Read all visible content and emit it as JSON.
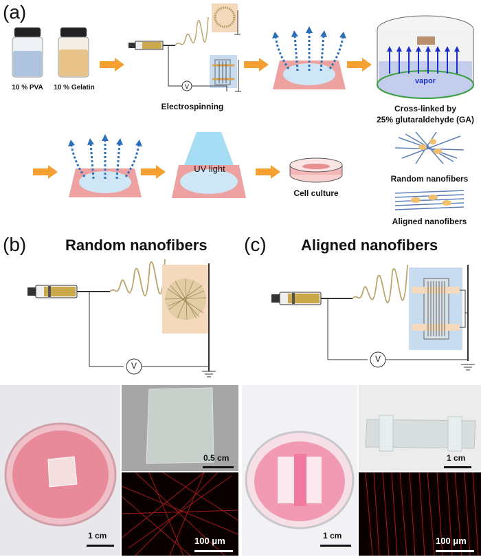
{
  "panels": {
    "a": "(a)",
    "b": "(b)",
    "c": "(c)"
  },
  "vials": {
    "pva": "10 % PVA",
    "gelatin": "10 % Gelatin"
  },
  "steps": {
    "electrospinning": "Electrospinning",
    "crosslink_line1": "Cross-linked by",
    "crosslink_line2": "25% glutaraldehyde (GA)",
    "vapor": "vapor",
    "uv": "UV  light",
    "cell_culture": "Cell culture"
  },
  "legend": {
    "random": "Random nanofibers",
    "aligned": "Aligned nanofibers"
  },
  "titles": {
    "random": "Random nanofibers",
    "aligned": "Aligned nanofibers"
  },
  "voltage_symbol": "V",
  "scales": {
    "b_dish": "1 cm",
    "b_film": "0.5 cm",
    "b_fluor": "100 μm",
    "c_dish": "1 cm",
    "c_film": "1 cm",
    "c_fluor": "100 μm"
  },
  "colors": {
    "arrow_orange": "#f5a030",
    "pink_film": "#e88a8a",
    "light_blue": "#9fd0f0",
    "fiber_gold": "#b9a46a",
    "fluor_red": "#d02020"
  }
}
